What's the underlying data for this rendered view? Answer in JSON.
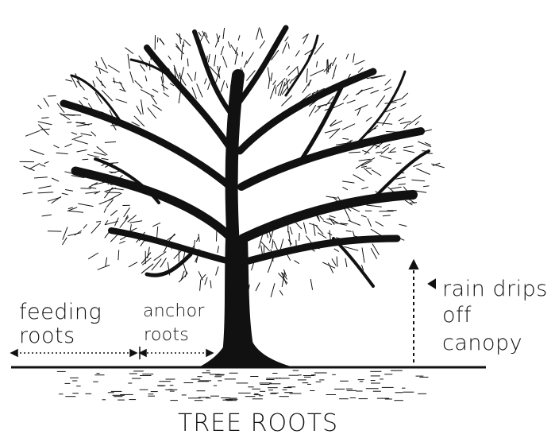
{
  "diagram": {
    "title": "TREE ROOTS",
    "labels": {
      "feeding": [
        "feeding",
        "roots"
      ],
      "anchor": [
        "anchor",
        "roots"
      ],
      "rain": [
        "rain drips",
        "off",
        "canopy"
      ]
    }
  },
  "colors": {
    "ink": "#111111",
    "background": "#ffffff"
  }
}
